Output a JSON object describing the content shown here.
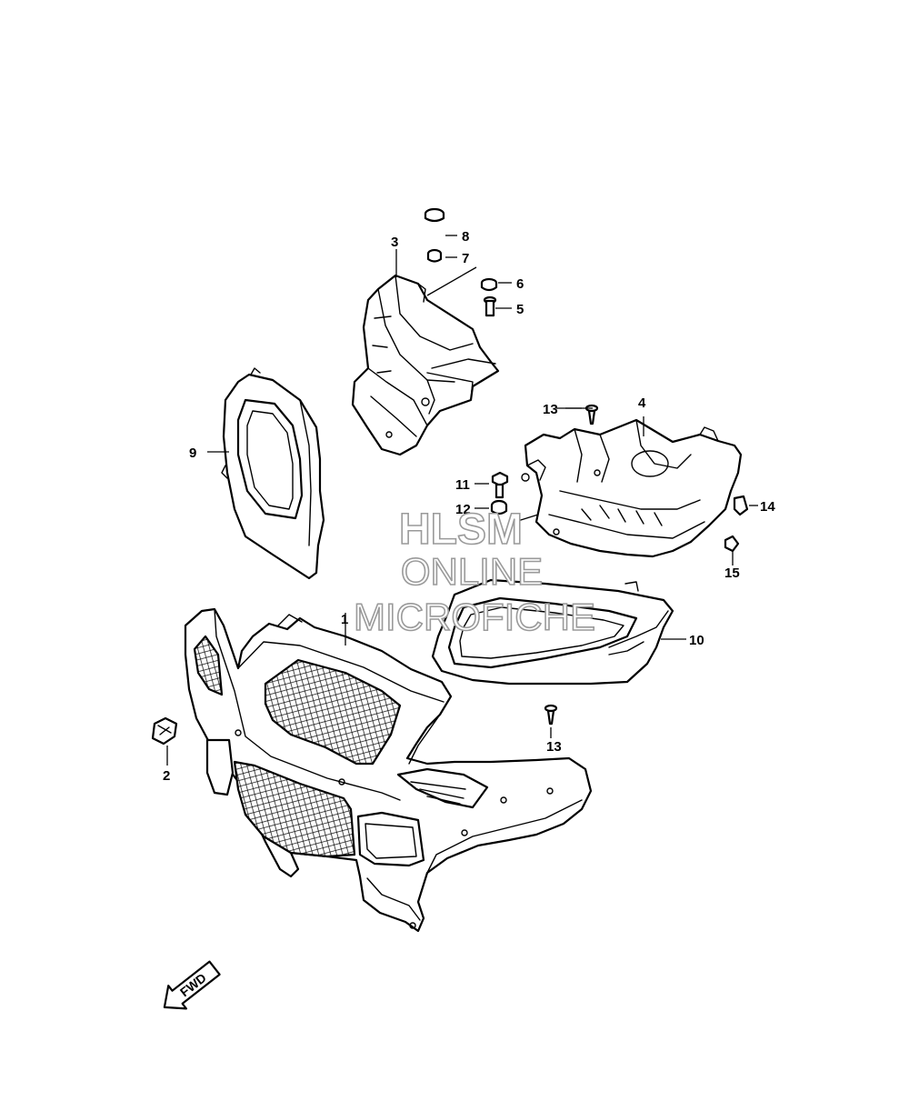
{
  "callouts": {
    "c1": "1",
    "c2": "2",
    "c3": "3",
    "c4": "4",
    "c5": "5",
    "c6": "6",
    "c7": "7",
    "c8": "8",
    "c9": "9",
    "c10": "10",
    "c11": "11",
    "c12": "12",
    "c13a": "13",
    "c13b": "13",
    "c14": "14",
    "c15": "15"
  },
  "watermark": {
    "line1": "HLSM",
    "line2": "ONLINE",
    "line3": "MICROFICHE"
  },
  "direction": {
    "label": "FWD"
  }
}
